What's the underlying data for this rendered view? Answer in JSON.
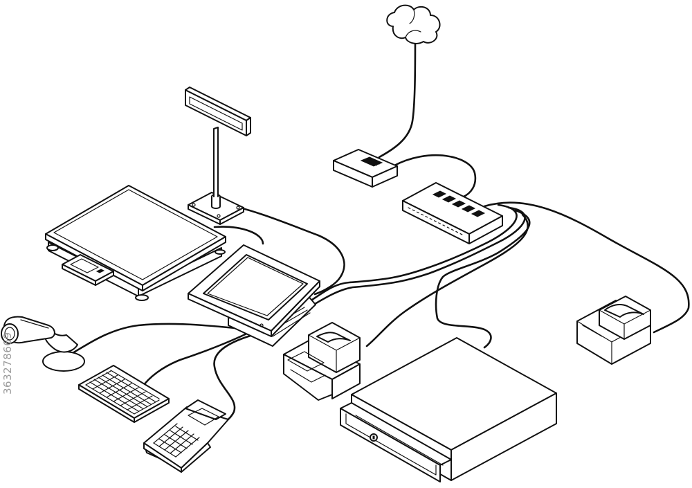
{
  "watermark": {
    "id": "363278669"
  },
  "colors": {
    "line": "#111111",
    "fill": "#ffffff",
    "watermark": "#9a9a9a"
  },
  "devices": [
    {
      "name": "cloud",
      "icon": "cloud-icon"
    },
    {
      "name": "router",
      "icon": "router-icon"
    },
    {
      "name": "network-switch",
      "icon": "switch-icon"
    },
    {
      "name": "pole-display",
      "icon": "customer-display-icon"
    },
    {
      "name": "weighing-scale",
      "icon": "scale-icon"
    },
    {
      "name": "touchscreen-terminal",
      "icon": "pos-terminal-icon"
    },
    {
      "name": "barcode-scanner",
      "icon": "scanner-icon"
    },
    {
      "name": "keypad",
      "icon": "keyboard-icon"
    },
    {
      "name": "card-payment-terminal",
      "icon": "card-reader-icon"
    },
    {
      "name": "receipt-printer-left",
      "icon": "printer-icon"
    },
    {
      "name": "receipt-printer-right",
      "icon": "printer-icon"
    },
    {
      "name": "cash-drawer",
      "icon": "cash-drawer-icon"
    }
  ]
}
